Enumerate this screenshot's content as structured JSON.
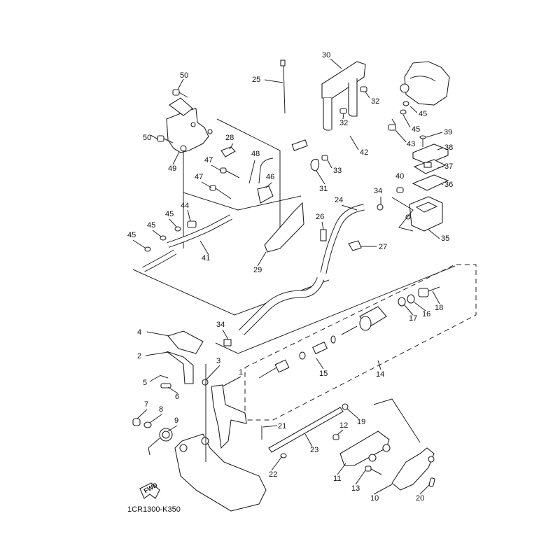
{
  "diagram": {
    "type": "exploded-parts-diagram",
    "diagram_code": "1CR1300-K350",
    "direction_indicator": "FWD",
    "callouts": [
      {
        "id": "c1",
        "label": "1"
      },
      {
        "id": "c2",
        "label": "2"
      },
      {
        "id": "c3",
        "label": "3"
      },
      {
        "id": "c4",
        "label": "4"
      },
      {
        "id": "c5",
        "label": "5"
      },
      {
        "id": "c6",
        "label": "6"
      },
      {
        "id": "c7",
        "label": "7"
      },
      {
        "id": "c8",
        "label": "8"
      },
      {
        "id": "c9",
        "label": "9"
      },
      {
        "id": "c10",
        "label": "10"
      },
      {
        "id": "c11",
        "label": "11"
      },
      {
        "id": "c12",
        "label": "12"
      },
      {
        "id": "c13",
        "label": "13"
      },
      {
        "id": "c14",
        "label": "14"
      },
      {
        "id": "c15",
        "label": "15"
      },
      {
        "id": "c16",
        "label": "16"
      },
      {
        "id": "c17",
        "label": "17"
      },
      {
        "id": "c18",
        "label": "18"
      },
      {
        "id": "c19",
        "label": "19"
      },
      {
        "id": "c20",
        "label": "20"
      },
      {
        "id": "c21",
        "label": "21"
      },
      {
        "id": "c22",
        "label": "22"
      },
      {
        "id": "c23",
        "label": "23"
      },
      {
        "id": "c24",
        "label": "24"
      },
      {
        "id": "c25",
        "label": "25"
      },
      {
        "id": "c26",
        "label": "26"
      },
      {
        "id": "c27",
        "label": "27"
      },
      {
        "id": "c28",
        "label": "28"
      },
      {
        "id": "c29",
        "label": "29"
      },
      {
        "id": "c30",
        "label": "30"
      },
      {
        "id": "c31",
        "label": "31"
      },
      {
        "id": "c32a",
        "label": "32"
      },
      {
        "id": "c32b",
        "label": "32"
      },
      {
        "id": "c33",
        "label": "33"
      },
      {
        "id": "c34a",
        "label": "34"
      },
      {
        "id": "c34b",
        "label": "34"
      },
      {
        "id": "c35",
        "label": "35"
      },
      {
        "id": "c36",
        "label": "36"
      },
      {
        "id": "c37",
        "label": "37"
      },
      {
        "id": "c38",
        "label": "38"
      },
      {
        "id": "c39",
        "label": "39"
      },
      {
        "id": "c40",
        "label": "40"
      },
      {
        "id": "c41",
        "label": "41"
      },
      {
        "id": "c42",
        "label": "42"
      },
      {
        "id": "c43",
        "label": "43"
      },
      {
        "id": "c44",
        "label": "44"
      },
      {
        "id": "c45a",
        "label": "45"
      },
      {
        "id": "c45b",
        "label": "45"
      },
      {
        "id": "c45c",
        "label": "45"
      },
      {
        "id": "c45d",
        "label": "45"
      },
      {
        "id": "c45e",
        "label": "45"
      },
      {
        "id": "c46",
        "label": "46"
      },
      {
        "id": "c47a",
        "label": "47"
      },
      {
        "id": "c47b",
        "label": "47"
      },
      {
        "id": "c48",
        "label": "48"
      },
      {
        "id": "c49",
        "label": "49"
      },
      {
        "id": "c50a",
        "label": "50"
      },
      {
        "id": "c50b",
        "label": "50"
      }
    ]
  }
}
